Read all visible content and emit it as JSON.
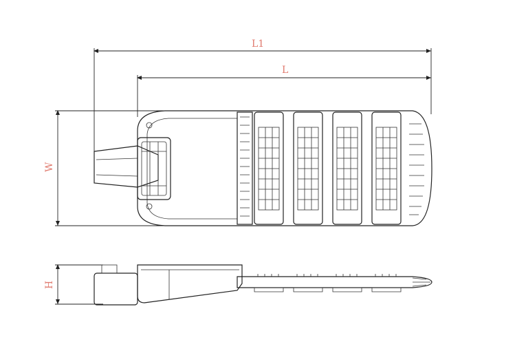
{
  "dimensions": {
    "overall_length_label": "L1",
    "length_label": "L",
    "width_label": "W",
    "height_label": "H"
  },
  "colors": {
    "label": "#e07a6e",
    "line": "#222222",
    "background": "#ffffff"
  },
  "views": {
    "top_view": {
      "led_modules": 4
    },
    "side_view": {
      "led_modules": 4
    }
  }
}
